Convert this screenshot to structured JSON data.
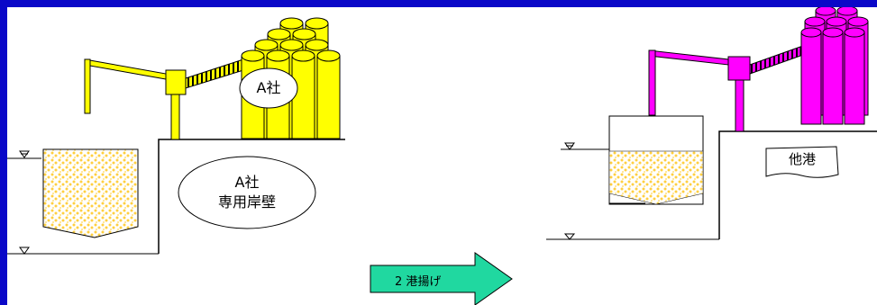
{
  "left_scene": {
    "company_label": "A社",
    "berth_label_line1": "A社",
    "berth_label_line2": "専用岸壁",
    "crane_color": "#ffff00",
    "tank_color": "#ffff00"
  },
  "right_scene": {
    "port_label": "他港",
    "crane_color": "#ff00ff",
    "tank_color": "#ff00ff"
  },
  "process_arrow": {
    "label": "2 港揚げ",
    "color": "#20d8a0"
  },
  "cargo_color": "#ffd24a"
}
